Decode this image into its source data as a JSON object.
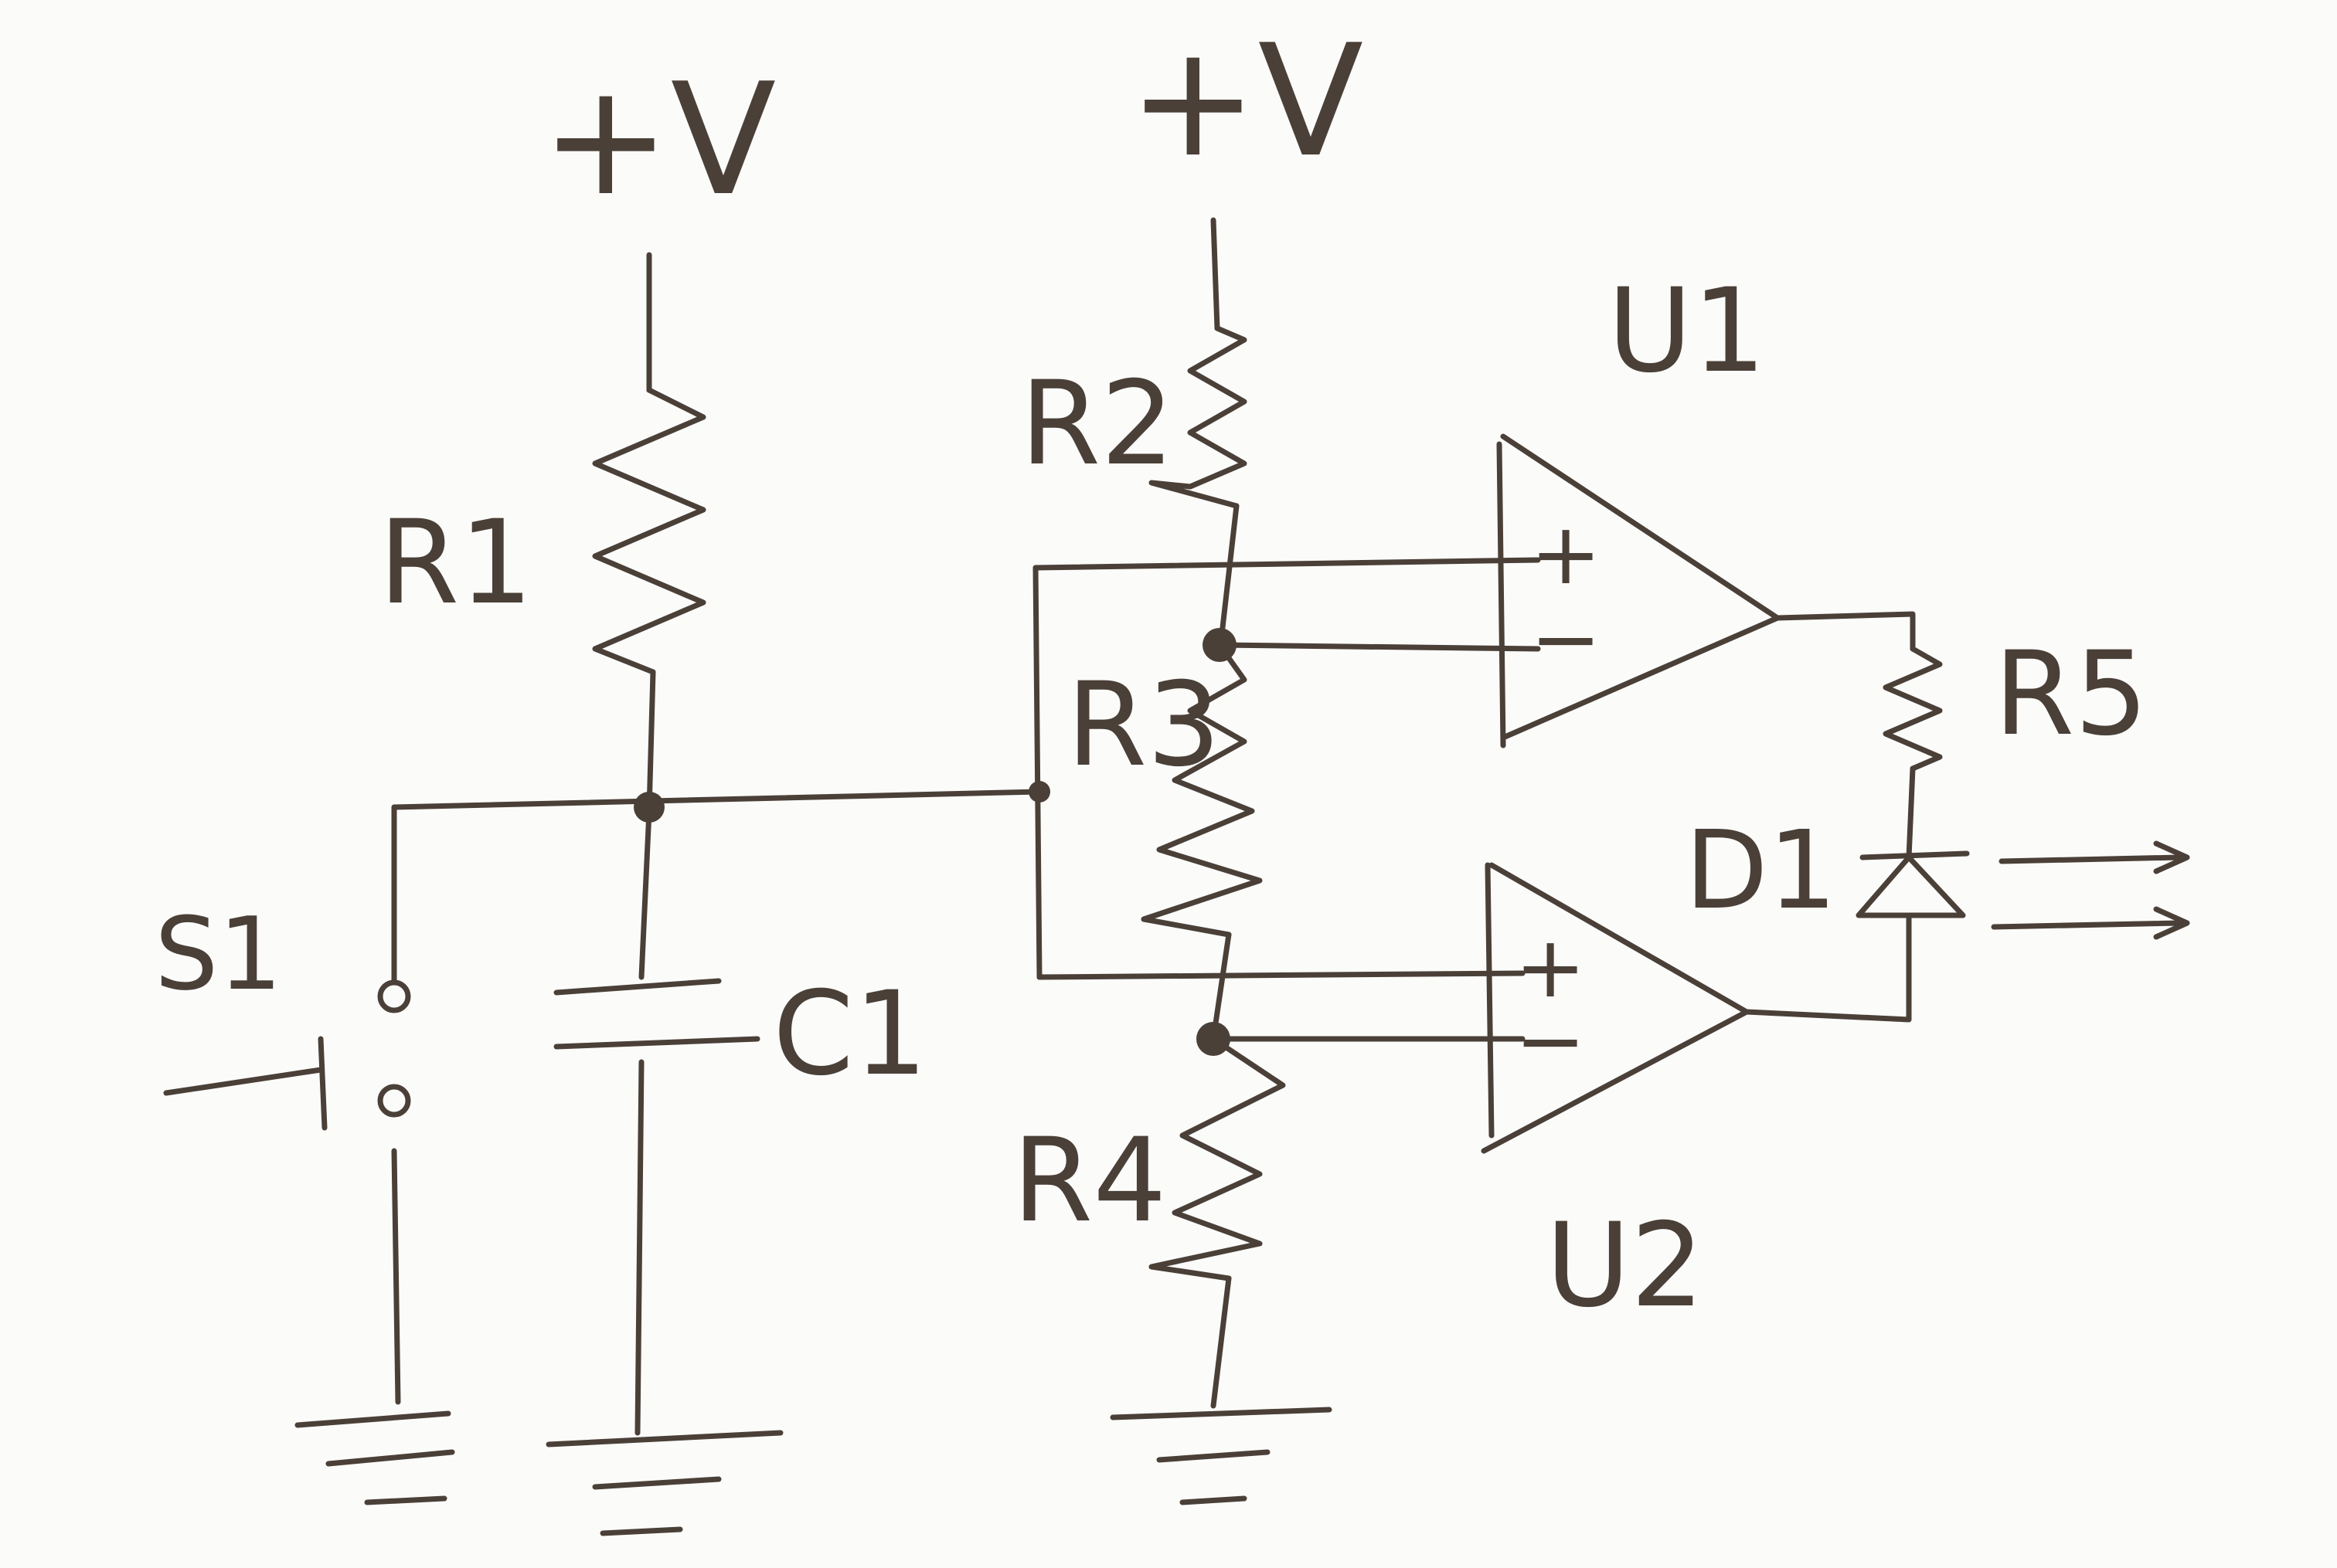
{
  "supplies": {
    "left": "+V",
    "right": "+V"
  },
  "labels": {
    "r1": "R1",
    "r2": "R2",
    "r3": "R3",
    "r4": "R4",
    "r5": "R5",
    "c1": "C1",
    "s1": "S1",
    "d1": "D1",
    "u1": "U1",
    "u2": "U2"
  },
  "opamp_pins": {
    "u1_noninverting": "+",
    "u1_inverting": "−",
    "u2_noninverting": "+",
    "u2_inverting": "−"
  },
  "colors": {
    "ink": "#4a4038",
    "paper": "#fbfbfa"
  }
}
